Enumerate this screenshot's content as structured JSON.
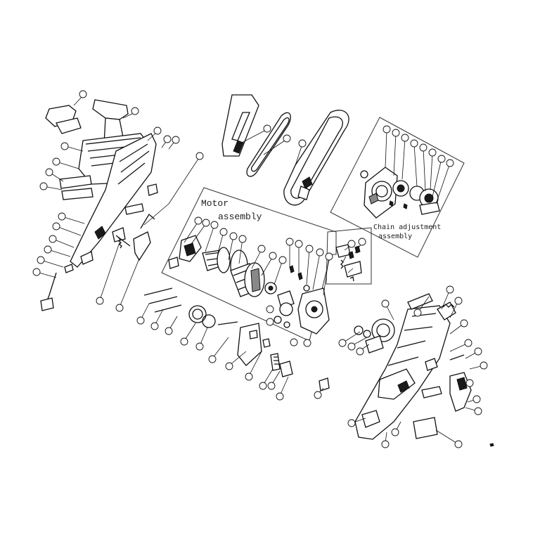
{
  "labels": {
    "motor_line1": "Motor",
    "motor_line2": "assembly",
    "chain_line1": "Chain adjustment",
    "chain_line2": "assembly"
  },
  "colors": {
    "ink": "#111111",
    "background": "#ffffff"
  }
}
